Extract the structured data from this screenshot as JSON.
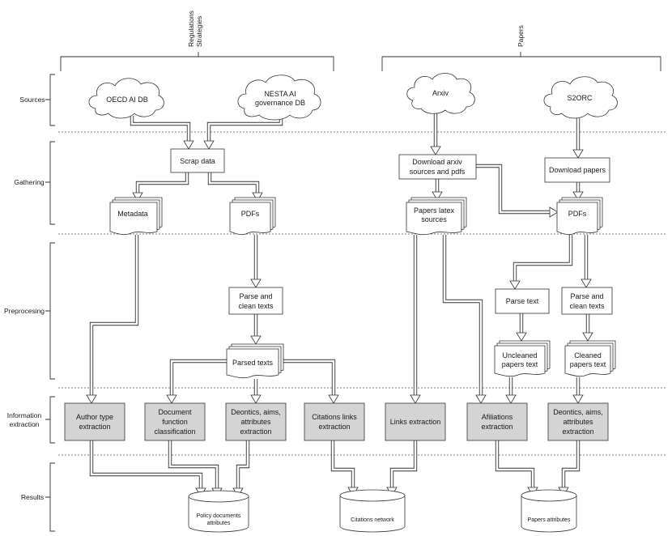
{
  "groups": {
    "regulations_line1": "Regulations",
    "regulations_line2": "Strategies",
    "papers": "Papers"
  },
  "stages": {
    "sources": "Sources",
    "gathering": "Gathering",
    "preprocessing": "Preprocesing",
    "information_extraction_line1": "Information",
    "information_extraction_line2": "extraction",
    "results": "Results"
  },
  "nodes": {
    "oecd": "OECD AI DB",
    "nesta_line1": "NESTA AI",
    "nesta_line2": "governance DB",
    "arxiv": "Arxiv",
    "s2orc": "S2ORC",
    "scrap_data": "Scrap data",
    "download_arxiv_line1": "Download arxiv",
    "download_arxiv_line2": "sources and pdfs",
    "download_papers": "Download papers",
    "metadata": "Metadata",
    "pdfs_left": "PDFs",
    "papers_latex_line1": "Papers latex",
    "papers_latex_line2": "sources",
    "pdfs_right": "PDFs",
    "parse_clean_left_line1": "Parse and",
    "parse_clean_left_line2": "clean texts",
    "parse_text": "Parse text",
    "parse_clean_right_line1": "Parse and",
    "parse_clean_right_line2": "clean texts",
    "parsed_texts": "Parsed texts",
    "uncleaned_line1": "Uncleaned",
    "uncleaned_line2": "papers text",
    "cleaned_line1": "Cleaned",
    "cleaned_line2": "papers text",
    "author_type_line1": "Author type",
    "author_type_line2": "extraction",
    "doc_function_line1": "Document",
    "doc_function_line2": "function",
    "doc_function_line3": "classification",
    "deontics_left_line1": "Deontics, aims,",
    "deontics_left_line2": "attributes",
    "deontics_left_line3": "extraction",
    "citations_links_line1": "Citations links",
    "citations_links_line2": "extraction",
    "links_extraction": "Links extraction",
    "affiliations_line1": "Afiliations",
    "affiliations_line2": "extraction",
    "deontics_right_line1": "Deontics, aims,",
    "deontics_right_line2": "attributes",
    "deontics_right_line3": "extraction",
    "policy_db_line1": "Policy documents",
    "policy_db_line2": "attributes",
    "citations_network": "Citations network",
    "papers_attributes": "Papers attributes"
  }
}
